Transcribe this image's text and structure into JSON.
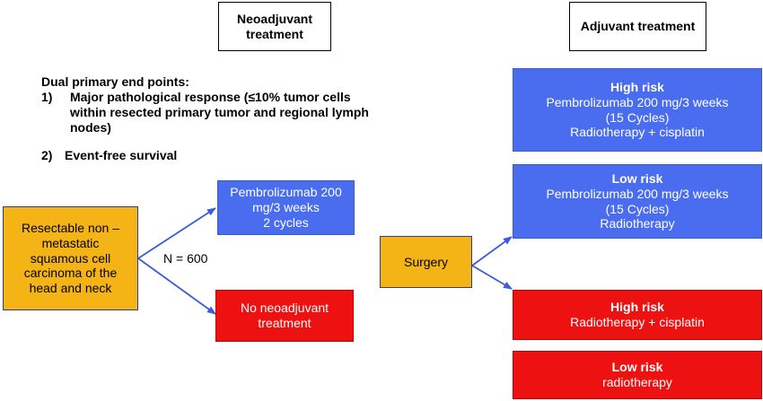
{
  "headers": {
    "neoadjuvant": [
      "Neoadjuvant",
      "treatment"
    ],
    "adjuvant": "Adjuvant treatment"
  },
  "endpoints": {
    "title": "Dual primary end points:",
    "items": [
      {
        "num": "1)",
        "lines": [
          "Major pathological response (≤10% tumor cells",
          "within resected primary tumor and regional lymph",
          "nodes)"
        ]
      },
      {
        "num": "2)",
        "lines": [
          "Event-free survival"
        ]
      }
    ]
  },
  "population": [
    "Resectable non –",
    "metastatic",
    "squamous cell",
    "carcinoma of the",
    "head and neck"
  ],
  "n_label": "N = 600",
  "arms": {
    "pembro": [
      "Pembrolizumab 200",
      "mg/3 weeks",
      "2 cycles"
    ],
    "no_neo": [
      "No neoadjuvant",
      "treatment"
    ]
  },
  "surgery": "Surgery",
  "adjuvant_boxes": [
    {
      "id": "blue-high",
      "title": "High risk",
      "lines": [
        "Pembrolizumab 200 mg/3 weeks",
        "(15 Cycles)",
        "Radiotherapy + cisplatin"
      ]
    },
    {
      "id": "blue-low",
      "title": "Low risk",
      "lines": [
        "Pembrolizumab 200 mg/3 weeks",
        "(15 Cycles)",
        "Radiotherapy"
      ]
    },
    {
      "id": "red-high",
      "title": "High risk",
      "lines": [
        "Radiotherapy + cisplatin"
      ]
    },
    {
      "id": "red-low",
      "title": "Low risk",
      "lines": [
        "radiotherapy"
      ]
    }
  ],
  "colors": {
    "blue": "#4a6df0",
    "red": "#ee1111",
    "orange": "#f4b415",
    "arrow": "#3b5bdb"
  }
}
